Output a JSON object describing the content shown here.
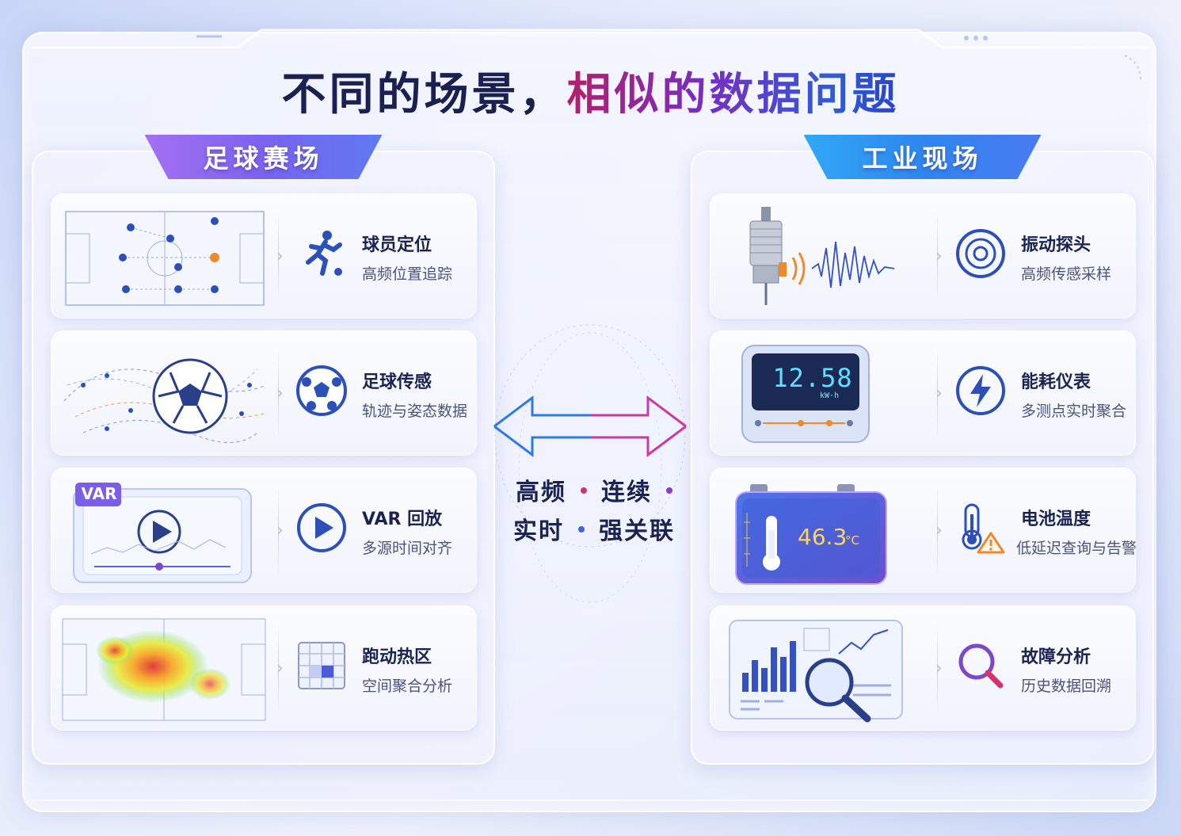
{
  "title": {
    "part1": "不同的场景，",
    "part2": "相似的数据问题"
  },
  "center": {
    "line1a": "高频",
    "line1b": "连续",
    "line2a": "实时",
    "line2b": "强关联"
  },
  "left": {
    "tab": "足球赛场",
    "items": [
      {
        "name": "球员定位",
        "desc": "高频位置追踪",
        "icon": "running-player-icon"
      },
      {
        "name": "足球传感",
        "desc": "轨迹与姿态数据",
        "icon": "soccer-ball-icon"
      },
      {
        "name": "VAR 回放",
        "desc": "多源时间对齐",
        "icon": "play-icon",
        "badge": "VAR"
      },
      {
        "name": "跑动热区",
        "desc": "空间聚合分析",
        "icon": "grid-icon"
      }
    ]
  },
  "right": {
    "tab": "工业现场",
    "items": [
      {
        "name": "振动探头",
        "desc": "高频传感采样",
        "icon": "target-icon"
      },
      {
        "name": "能耗仪表",
        "desc": "多测点实时聚合",
        "icon": "lightning-icon",
        "reading": "12.58",
        "unit": "kW·h"
      },
      {
        "name": "电池温度",
        "desc": "低延迟查询与告警",
        "icon": "thermometer-warning-icon",
        "reading": "46.3",
        "unit": "°C"
      },
      {
        "name": "故障分析",
        "desc": "历史数据回溯",
        "icon": "magnifier-icon"
      }
    ]
  },
  "colors": {
    "accent_pink": "#d6336c",
    "accent_purple": "#8a3bd0",
    "accent_blue": "#3a64e0"
  }
}
